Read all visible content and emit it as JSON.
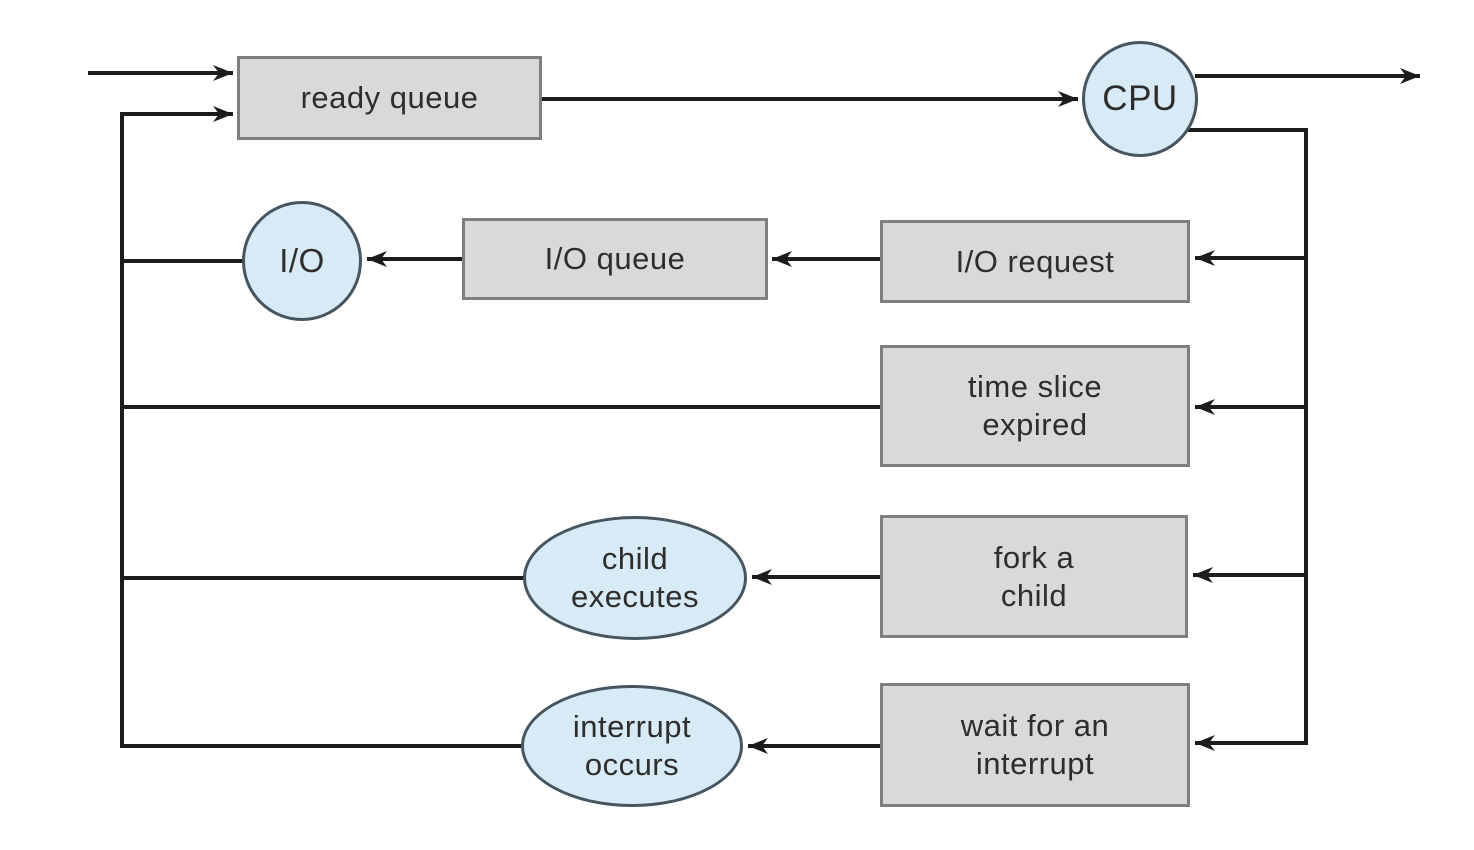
{
  "diagram": {
    "type": "queueing-diagram-flowchart",
    "colors": {
      "background": "#ffffff",
      "box_fill": "#d9d9d9",
      "box_border": "#7f7f7f",
      "ellipse_fill": "#d8eaf6",
      "ellipse_border": "#46555f",
      "line": "#1c1c1c",
      "text": "#2d2d2d"
    },
    "nodes": {
      "ready_queue": {
        "label": "ready queue",
        "shape": "rect"
      },
      "cpu": {
        "label": "CPU",
        "shape": "circle"
      },
      "io": {
        "label": "I/O",
        "shape": "circle"
      },
      "io_queue": {
        "label": "I/O queue",
        "shape": "rect"
      },
      "io_request": {
        "label": "I/O request",
        "shape": "rect"
      },
      "time_slice_expired": {
        "label": "time slice\nexpired",
        "shape": "rect"
      },
      "fork_a_child": {
        "label": "fork a\nchild",
        "shape": "rect"
      },
      "child_executes": {
        "label": "child\nexecutes",
        "shape": "ellipse"
      },
      "wait_for_an_interrupt": {
        "label": "wait for an\ninterrupt",
        "shape": "rect"
      },
      "interrupt_occurs": {
        "label": "interrupt\noccurs",
        "shape": "ellipse"
      }
    },
    "edges": [
      {
        "from": "external-input",
        "to": "ready_queue"
      },
      {
        "from": "ready_queue",
        "to": "cpu"
      },
      {
        "from": "cpu",
        "to": "external-output"
      },
      {
        "from": "cpu",
        "to": "io_request"
      },
      {
        "from": "io_request",
        "to": "io_queue"
      },
      {
        "from": "io_queue",
        "to": "io"
      },
      {
        "from": "io",
        "to": "ready_queue"
      },
      {
        "from": "cpu",
        "to": "time_slice_expired"
      },
      {
        "from": "time_slice_expired",
        "to": "ready_queue"
      },
      {
        "from": "cpu",
        "to": "fork_a_child"
      },
      {
        "from": "fork_a_child",
        "to": "child_executes"
      },
      {
        "from": "child_executes",
        "to": "ready_queue"
      },
      {
        "from": "cpu",
        "to": "wait_for_an_interrupt"
      },
      {
        "from": "wait_for_an_interrupt",
        "to": "interrupt_occurs"
      },
      {
        "from": "interrupt_occurs",
        "to": "ready_queue"
      }
    ]
  }
}
